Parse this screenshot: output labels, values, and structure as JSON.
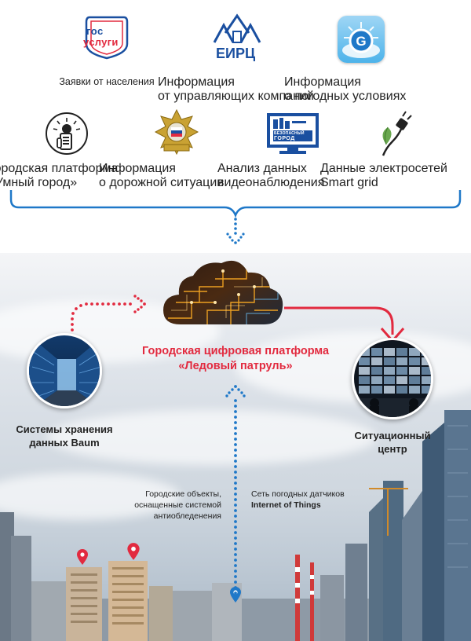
{
  "sources_row1": [
    {
      "label": "Заявки от населения",
      "logo_text_1": "гос",
      "logo_text_2": "услуги",
      "icon": "gosuslugi-logo-icon"
    },
    {
      "label": "Информация\nот управляющих компаний",
      "logo_text": "ЕИРЦ",
      "icon": "eirc-logo-icon"
    },
    {
      "label": "Информация\nо погодных условиях",
      "icon": "weather-app-icon"
    }
  ],
  "sources_row2": [
    {
      "label": "Городская платформа\n«Умный город»",
      "icon": "smart-city-hand-icon"
    },
    {
      "label": "Информация\nо дорожной ситуации",
      "icon": "traffic-police-emblem-icon"
    },
    {
      "label": "Анализ данных\nвидеонаблюдения",
      "logo_text_1": "БЕЗОПАСНЫЙ",
      "logo_text_2": "ГОРОД",
      "icon": "safe-city-monitor-icon"
    },
    {
      "label": "Данные электросетей\nSmart grid",
      "icon": "plug-leaf-icon"
    }
  ],
  "platform": {
    "title_line1": "Городская цифровая платформа",
    "title_line2": "«Ледовый патруль»"
  },
  "storage": {
    "label_line1": "Системы хранения",
    "label_line2": "данных Baum"
  },
  "situation_center": {
    "label_line1": "Ситуационный",
    "label_line2": "центр"
  },
  "notes": {
    "objects_line1": "Городские объекты,",
    "objects_line2": "оснащенные системой",
    "objects_line3": "антиобледенения",
    "sensors_line1": "Сеть погодных датчиков",
    "sensors_line2": "Internet of Things"
  },
  "colors": {
    "red": "#e22a3f",
    "blue": "#1f78c8",
    "navy": "#1a4fa0"
  }
}
